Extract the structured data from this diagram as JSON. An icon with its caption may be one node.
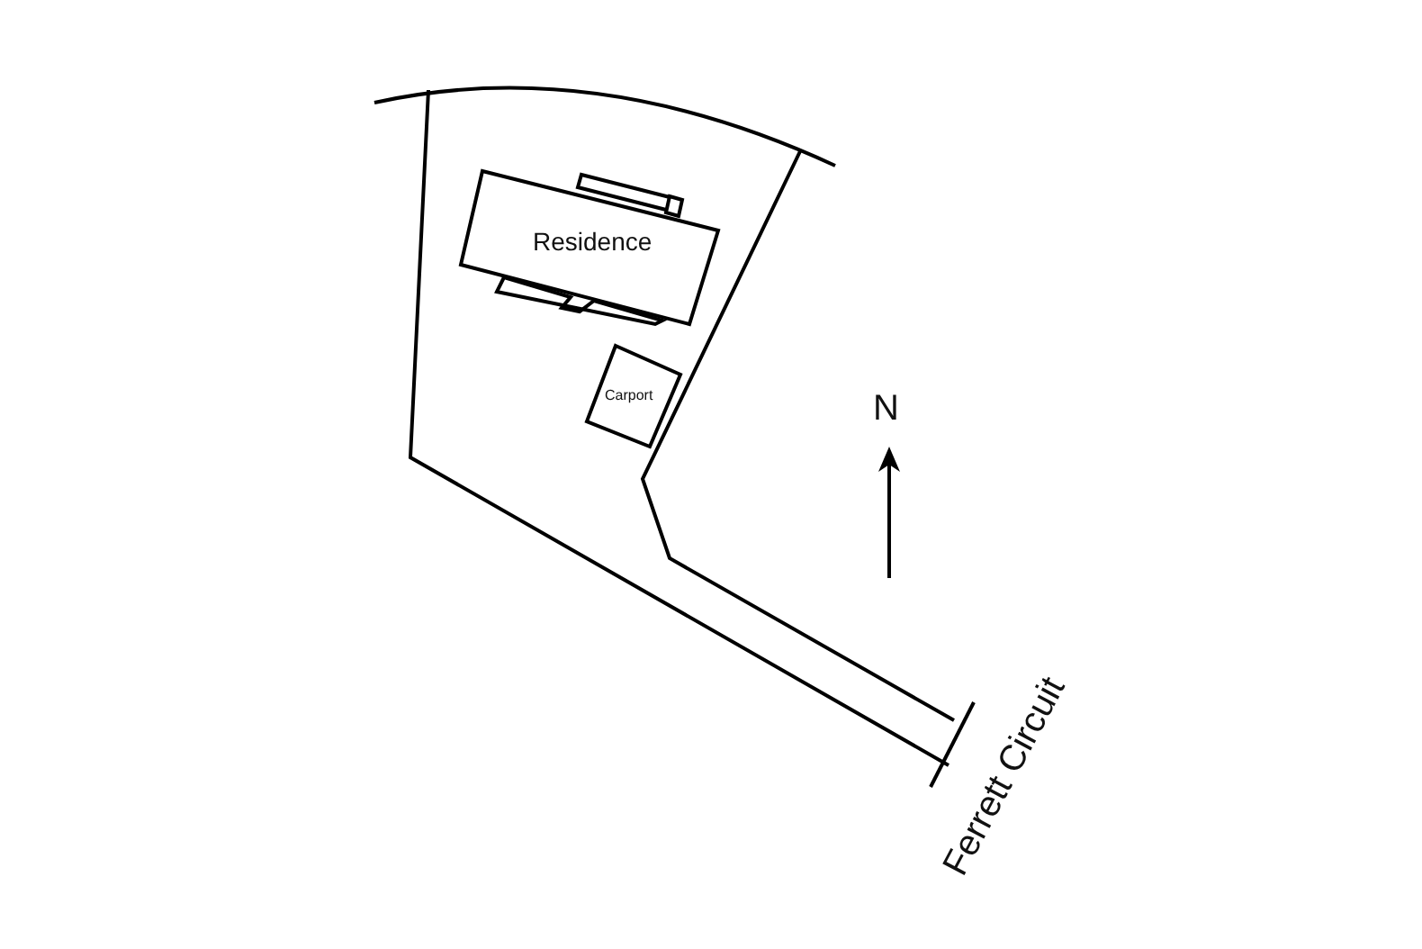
{
  "diagram": {
    "nodes": [
      {
        "text": [
          "Residence"
        ]
      },
      {
        "text": [
          "Carport"
        ]
      }
    ],
    "edges": [],
    "labels": [
      "N",
      "Ferrett Circuit"
    ]
  }
}
